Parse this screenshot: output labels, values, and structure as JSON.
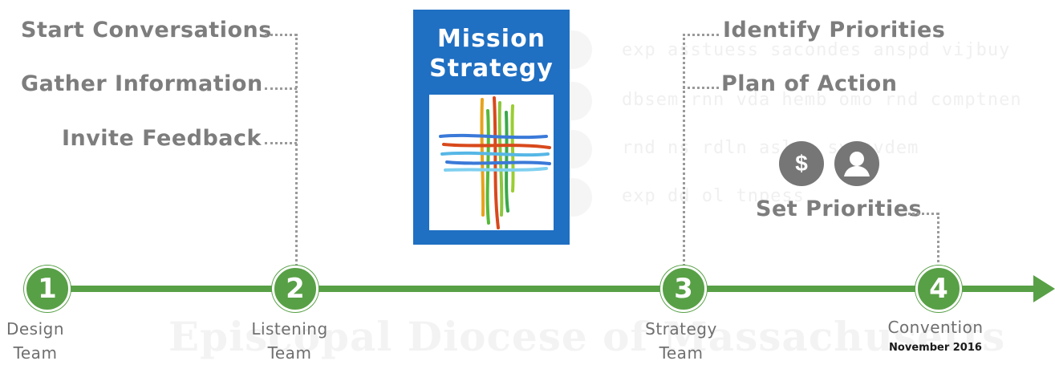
{
  "watermark": {
    "text": "Episcopal Diocese of Massachusetts",
    "lines": [
      "exp asstuess sacondes anspd vijbuy",
      "dbsem rnn vda hemb omo rnd comptnent",
      "rnd ns rdln aslen  svasvdem",
      "exp  dd  ol  tnpess"
    ]
  },
  "listening_items": [
    "Start Conversations",
    "Gather Information",
    "Invite Feedback"
  ],
  "mission": {
    "line1": "Mission",
    "line2": "Strategy"
  },
  "strategy_items": [
    "Identify Priorities",
    "Plan of Action"
  ],
  "set_priorities": {
    "label": "Set Priorities",
    "icons": [
      {
        "name": "dollar-icon",
        "glyph": "$"
      },
      {
        "name": "person-icon",
        "glyph": ""
      }
    ]
  },
  "timeline": {
    "color": "#58a046",
    "steps": [
      {
        "number": "1",
        "line1": "Design",
        "line2": "Team",
        "sub": ""
      },
      {
        "number": "2",
        "line1": "Listening",
        "line2": "Team",
        "sub": ""
      },
      {
        "number": "3",
        "line1": "Strategy",
        "line2": "Team",
        "sub": ""
      },
      {
        "number": "4",
        "line1": "Convention",
        "line2": "",
        "sub": "November 2016"
      }
    ]
  },
  "colors": {
    "mission_blue": "#1f6fc2",
    "text_gray": "#7d7d7d",
    "icon_gray": "#767676"
  }
}
